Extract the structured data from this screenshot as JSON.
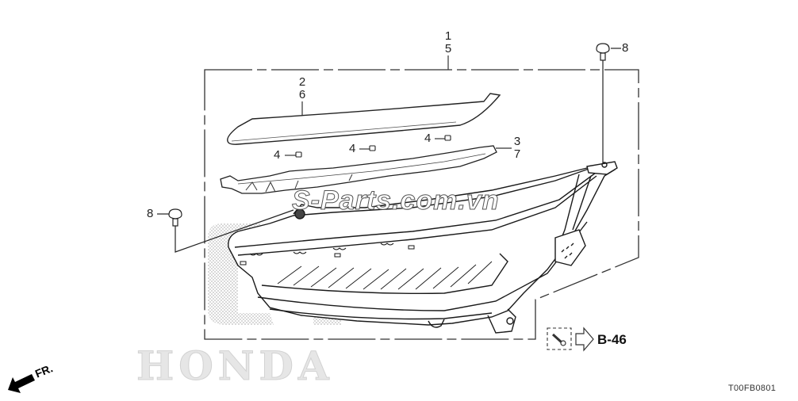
{
  "diagram": {
    "title": "Headlight assembly exploded parts diagram",
    "callouts": [
      {
        "id": "c1-5",
        "lines": [
          "1",
          "5"
        ],
        "target": "headlight-assembly"
      },
      {
        "id": "c2-6",
        "lines": [
          "2",
          "6"
        ],
        "target": "upper-garnish-strip"
      },
      {
        "id": "c3-7",
        "lines": [
          "3",
          "7"
        ],
        "target": "mounting-bracket"
      },
      {
        "id": "c4a",
        "lines": [
          "4"
        ],
        "target": "clip"
      },
      {
        "id": "c4b",
        "lines": [
          "4"
        ],
        "target": "clip"
      },
      {
        "id": "c4c",
        "lines": [
          "4"
        ],
        "target": "clip"
      },
      {
        "id": "c8a",
        "lines": [
          "8"
        ],
        "target": "flange-bolt"
      },
      {
        "id": "c8b",
        "lines": [
          "8"
        ],
        "target": "flange-bolt"
      }
    ],
    "reference": {
      "label": "B-46",
      "icon": "bolt-icon"
    },
    "direction": {
      "label": "FR.",
      "icon": "arrow-front-icon"
    },
    "watermark": "S-Parts.com.vn",
    "brand_watermark": "HONDA",
    "drawing_code": "T00FB0801"
  }
}
